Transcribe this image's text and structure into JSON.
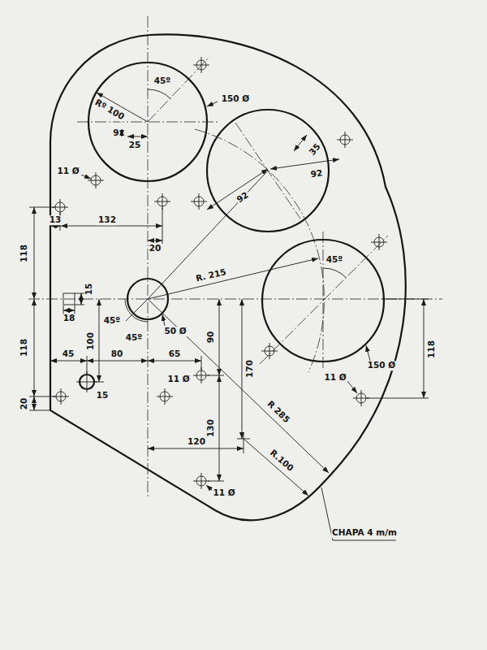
{
  "diagram": {
    "labels": [
      "Rº 100",
      "45º",
      "9",
      "25",
      "150 Ø",
      "35",
      "92",
      "92",
      "11 Ø",
      "13",
      "132",
      "20",
      "118",
      "118",
      "R. 215",
      "45º",
      "150 Ø",
      "15",
      "18",
      "100",
      "45º",
      "45º",
      "50 Ø",
      "45",
      "80",
      "65",
      "90",
      "11 Ø",
      "15",
      "170",
      "11 Ø",
      "R 285",
      "118",
      "20",
      "130",
      "120",
      "R.100",
      "11 Ø",
      "CHAPA 4 m/m"
    ]
  }
}
